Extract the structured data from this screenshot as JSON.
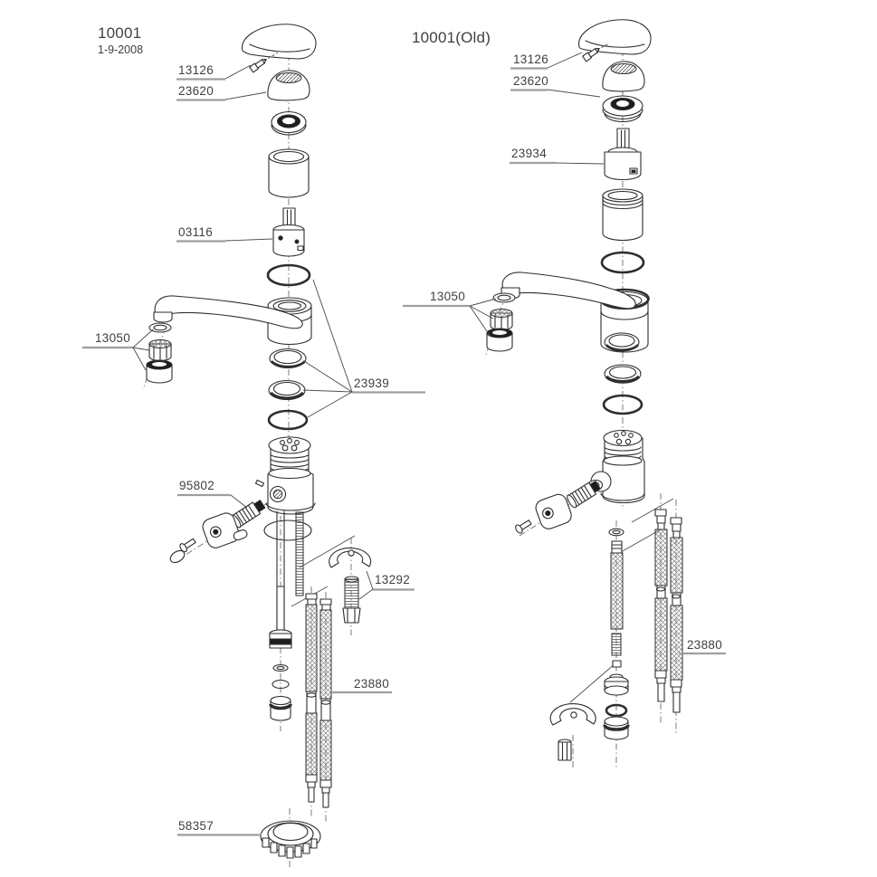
{
  "page": {
    "background": "#ffffff",
    "ink_color": "#2e2e2e",
    "label_color": "#3f3f3f",
    "underline_color": "#9e9e9e"
  },
  "left_diagram": {
    "title": "10001",
    "date": "1-9-2008",
    "parts": {
      "handle_screw": "13126",
      "cap": "23620",
      "cartridge": "03116",
      "aerator": "13050",
      "seal_rings": "23939",
      "diverter_valve": "95802",
      "mounting_kit": "13292",
      "supply_hoses": "23880",
      "base_nut": "58357"
    }
  },
  "right_diagram": {
    "title": "10001(Old)",
    "parts": {
      "handle_screw": "13126",
      "cap": "23620",
      "cartridge": "23934",
      "aerator": "13050",
      "supply_hoses": "23880"
    }
  }
}
